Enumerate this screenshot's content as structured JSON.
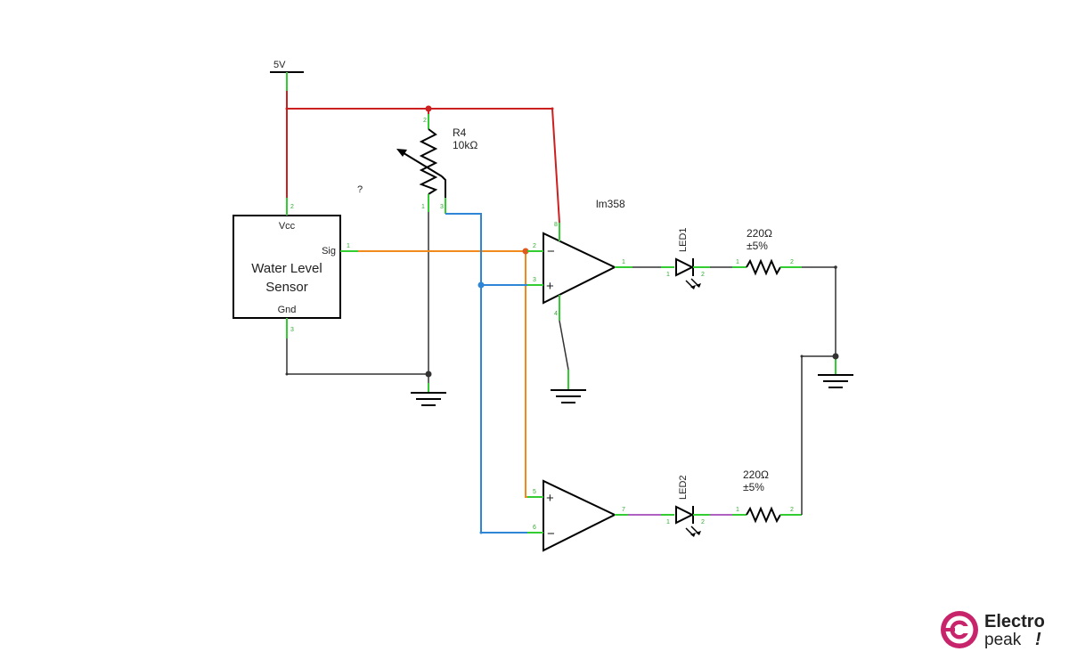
{
  "colors": {
    "vcc_wire": "#cc1f1f",
    "signal_wire": "#f08a1c",
    "reference_wire": "#2f86d6",
    "ground_wire": "#333333",
    "led2_wire": "#b060c0",
    "pin_lead": "#33cc33",
    "brand_accent": "#c8246b"
  },
  "supply": {
    "label": "5V"
  },
  "sensor": {
    "title_line1": "Water Level",
    "title_line2": "Sensor",
    "pins": {
      "vcc": "Vcc",
      "sig": "Sig",
      "gnd": "Gnd"
    },
    "pin_numbers": {
      "vcc": "2",
      "sig": "1",
      "gnd": "3"
    }
  },
  "potentiometer": {
    "ref": "R4",
    "value": "10kΩ"
  },
  "unknown_marker": "?",
  "opamp": {
    "part": "lm358",
    "u1_minus": "−",
    "u1_plus": "+",
    "u2_plus": "+",
    "u2_minus": "−"
  },
  "led1": {
    "ref": "LED1"
  },
  "led2": {
    "ref": "LED2"
  },
  "resistor1": {
    "value": "220Ω",
    "tolerance": "±5%"
  },
  "resistor2": {
    "value": "220Ω",
    "tolerance": "±5%"
  },
  "brand": {
    "line1": "Electro",
    "line2": "peak",
    "mark": "!"
  }
}
